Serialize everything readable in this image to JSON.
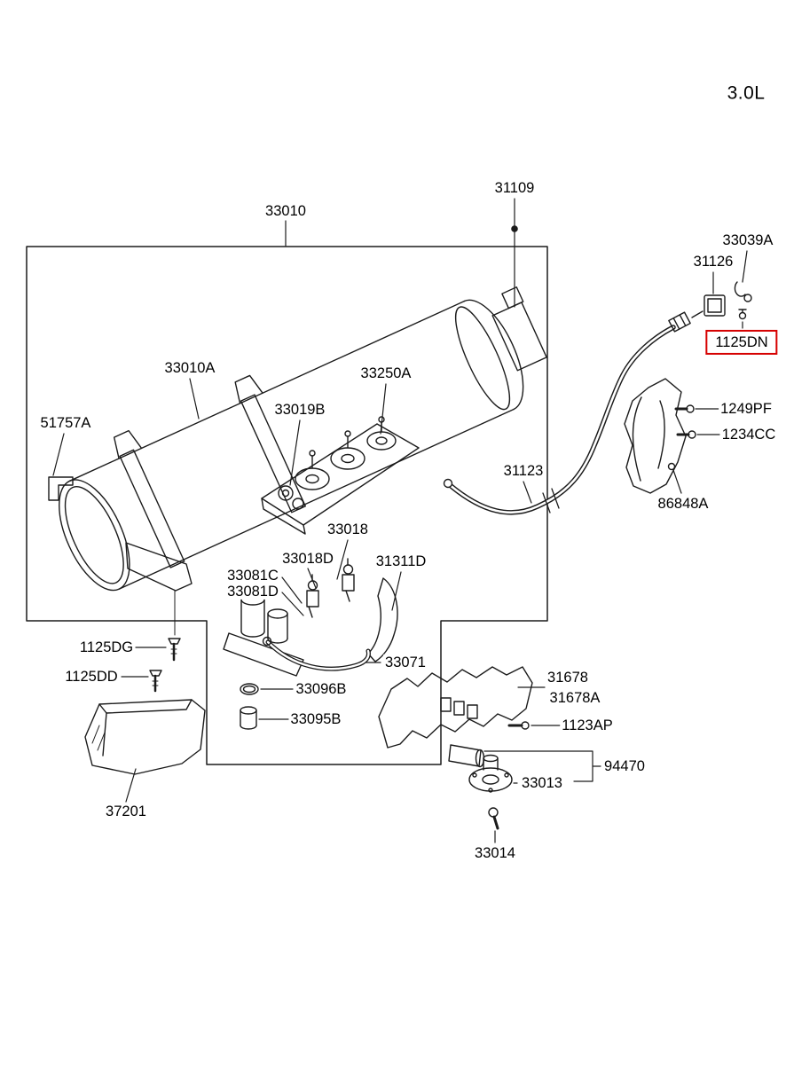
{
  "diagram": {
    "engine_size": "3.0L",
    "highlighted_part": "1125DN",
    "colors": {
      "line": "#1b1b1b",
      "highlight": "#d60000",
      "background": "#ffffff"
    },
    "labels": [
      {
        "text": "31109"
      },
      {
        "text": "33010"
      },
      {
        "text": "33039A"
      },
      {
        "text": "31126"
      },
      {
        "text": "1125DN",
        "highlighted": true
      },
      {
        "text": "33010A"
      },
      {
        "text": "33250A"
      },
      {
        "text": "33019B"
      },
      {
        "text": "51757A"
      },
      {
        "text": "1249PF"
      },
      {
        "text": "1234CC"
      },
      {
        "text": "31123"
      },
      {
        "text": "86848A"
      },
      {
        "text": "33018"
      },
      {
        "text": "33018D"
      },
      {
        "text": "31311D"
      },
      {
        "text": "33081C"
      },
      {
        "text": "33081D"
      },
      {
        "text": "33071"
      },
      {
        "text": "1125DG"
      },
      {
        "text": "1125DD"
      },
      {
        "text": "33096B"
      },
      {
        "text": "33095B"
      },
      {
        "text": "31678"
      },
      {
        "text": "31678A"
      },
      {
        "text": "1123AP"
      },
      {
        "text": "94470"
      },
      {
        "text": "33013"
      },
      {
        "text": "37201"
      },
      {
        "text": "33014"
      }
    ]
  }
}
